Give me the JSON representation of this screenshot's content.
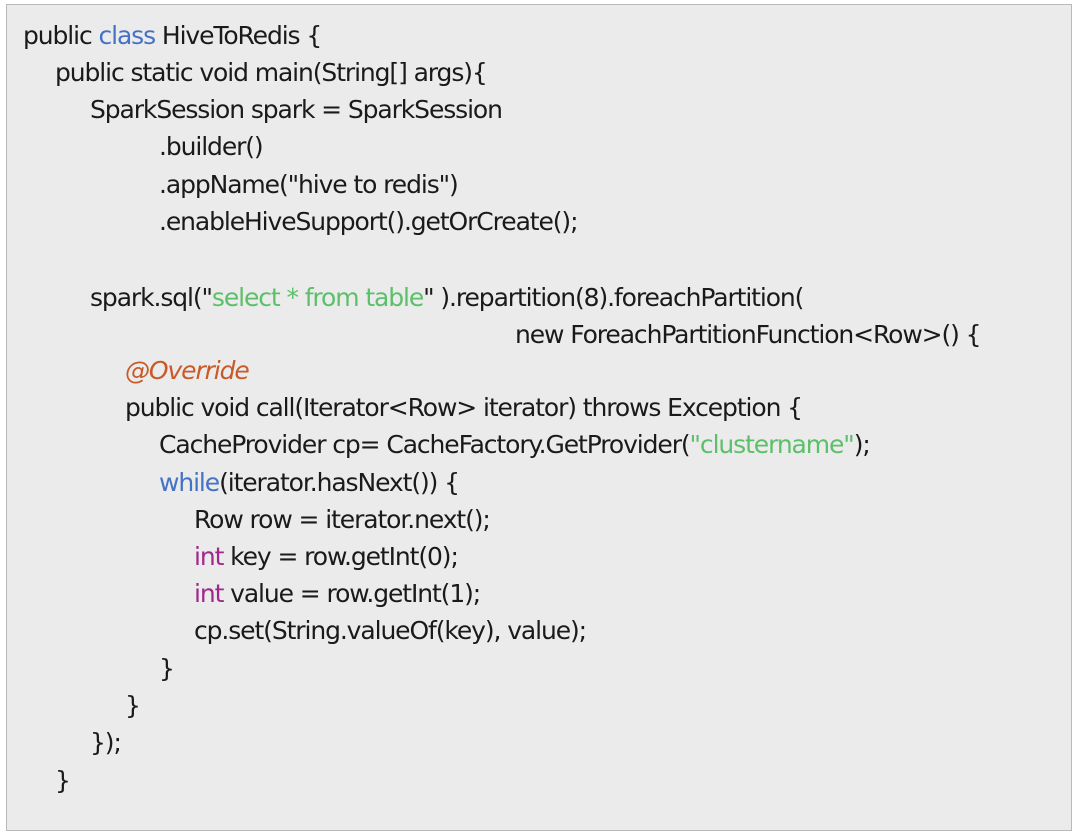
{
  "colors": {
    "panel_background": "#ebebeb",
    "plain_text": "#1a1a1a",
    "keyword_blue": "#4472c4",
    "keyword_purple": "#a0288c",
    "string_green": "#5cbf6a",
    "annotation_orange": "#c85a28"
  },
  "code": {
    "lines": [
      {
        "tokens": [
          {
            "text": "public ",
            "kind": "plain"
          },
          {
            "text": "class",
            "kind": "keyword-blue"
          },
          {
            "text": " HiveToRedis {",
            "kind": "plain"
          }
        ]
      },
      {
        "tokens": [
          {
            "text": "public static void main(String[] args){",
            "kind": "plain"
          }
        ]
      },
      {
        "tokens": [
          {
            "text": "SparkSession spark = SparkSession",
            "kind": "plain"
          }
        ]
      },
      {
        "tokens": [
          {
            "text": ".builder()",
            "kind": "plain"
          }
        ]
      },
      {
        "tokens": [
          {
            "text": ".appName(\"hive to redis\")",
            "kind": "plain"
          }
        ]
      },
      {
        "tokens": [
          {
            "text": ".enableHiveSupport().getOrCreate();",
            "kind": "plain"
          }
        ]
      },
      {
        "tokens": []
      },
      {
        "tokens": [
          {
            "text": "spark.sql(\"",
            "kind": "plain"
          },
          {
            "text": "select * from table",
            "kind": "string-green"
          },
          {
            "text": "\" ).repartition(8).foreachPartition(",
            "kind": "plain"
          }
        ]
      },
      {
        "tokens": [
          {
            "text": "new ForeachPartitionFunction<Row>() {",
            "kind": "plain"
          }
        ]
      },
      {
        "tokens": [
          {
            "text": "@Override",
            "kind": "annotation-orange"
          }
        ]
      },
      {
        "tokens": [
          {
            "text": "public void call(Iterator<Row> iterator) throws Exception {",
            "kind": "plain"
          }
        ]
      },
      {
        "tokens": [
          {
            "text": "CacheProvider cp= CacheFactory.GetProvider(",
            "kind": "plain"
          },
          {
            "text": "\"clustername\"",
            "kind": "string-green"
          },
          {
            "text": ");",
            "kind": "plain"
          }
        ]
      },
      {
        "tokens": [
          {
            "text": "while",
            "kind": "keyword-blue"
          },
          {
            "text": "(iterator.hasNext()) {",
            "kind": "plain"
          }
        ]
      },
      {
        "tokens": [
          {
            "text": "Row row = iterator.next();",
            "kind": "plain"
          }
        ]
      },
      {
        "tokens": [
          {
            "text": "int",
            "kind": "keyword-purple"
          },
          {
            "text": " key = row.getInt(0);",
            "kind": "plain"
          }
        ]
      },
      {
        "tokens": [
          {
            "text": "int",
            "kind": "keyword-purple"
          },
          {
            "text": " value = row.getInt(1);",
            "kind": "plain"
          }
        ]
      },
      {
        "tokens": [
          {
            "text": "cp.set(String.valueOf(key), value);",
            "kind": "plain"
          }
        ]
      },
      {
        "tokens": [
          {
            "text": "}",
            "kind": "plain"
          }
        ]
      },
      {
        "tokens": [
          {
            "text": "}",
            "kind": "plain"
          }
        ]
      },
      {
        "tokens": [
          {
            "text": "});",
            "kind": "plain"
          }
        ]
      },
      {
        "tokens": [
          {
            "text": "}",
            "kind": "plain"
          }
        ]
      }
    ]
  }
}
